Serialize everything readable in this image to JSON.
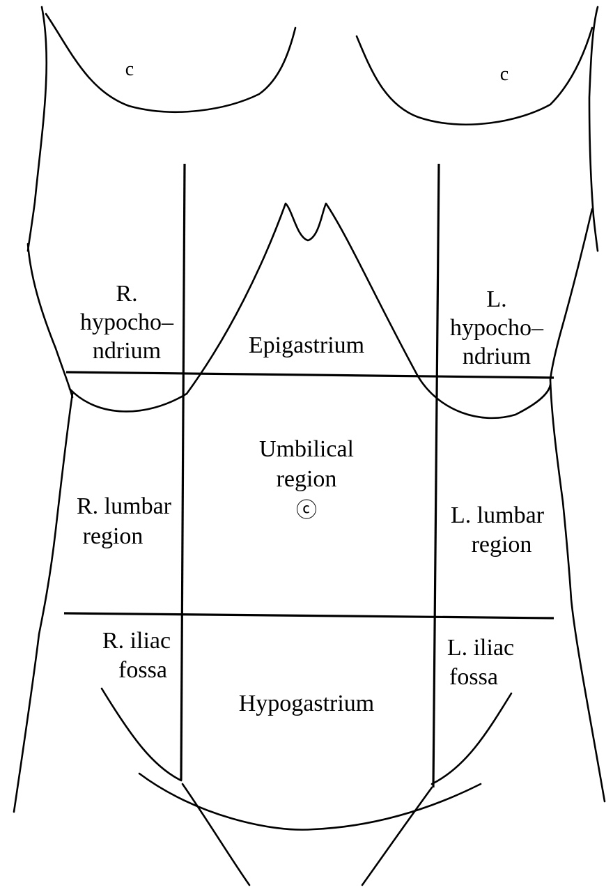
{
  "regions": {
    "r_hypochondrium": [
      "R.",
      "hypocho–",
      "ndrium"
    ],
    "epigastrium": [
      "Epigastrium"
    ],
    "l_hypochondrium": [
      "L.",
      "hypocho–",
      "ndrium"
    ],
    "r_lumbar": [
      "R. lumbar",
      "region"
    ],
    "umbilical": [
      "Umbilical",
      "region"
    ],
    "l_lumbar": [
      "L. lumbar",
      "region"
    ],
    "r_iliac": [
      "R. iliac",
      "fossa"
    ],
    "hypogastrium": [
      "Hypogastrium"
    ],
    "l_iliac": [
      "L. iliac",
      "fossa"
    ]
  },
  "colors": {
    "line": "#000000",
    "background": "#ffffff"
  }
}
